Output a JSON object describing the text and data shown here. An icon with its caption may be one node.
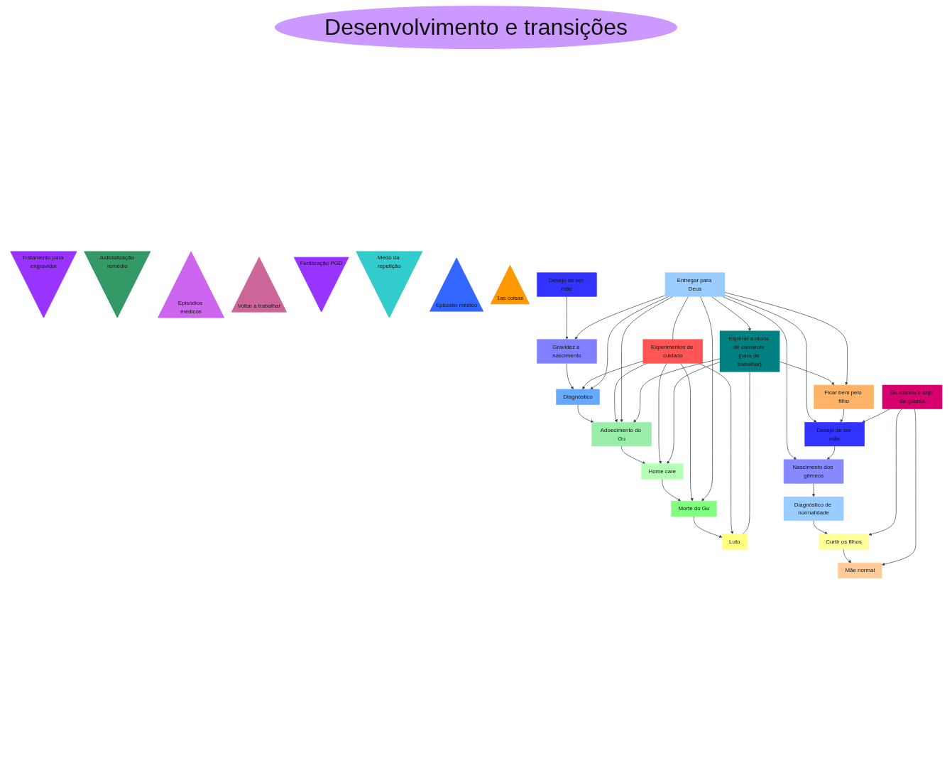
{
  "diagram": {
    "title": "Desenvolvimento e transições",
    "nodes": [
      {
        "text": [
          "Experimentos de cuidado"
        ]
      },
      {
        "text": [
          "Tratamento para engravidar"
        ]
      },
      {
        "text": [
          "Judicialização remédio"
        ]
      },
      {
        "text": [
          "Desejo de ser mãe"
        ]
      },
      {
        "text": [
          "Gravidez e nascimento"
        ]
      },
      {
        "text": [
          "Diagnóstico"
        ]
      },
      {
        "text": [
          "Adoecimento do Gu"
        ]
      },
      {
        "text": [
          "Home care"
        ]
      },
      {
        "text": [
          "Morte do Gu"
        ]
      },
      {
        "text": [
          "Luto"
        ]
      },
      {
        "text": [
          "Episódios médicos"
        ]
      },
      {
        "text": [
          "Esperar a morte de camarote (para de trabalhar)"
        ]
      },
      {
        "text": [
          "Voltar a trabalhar"
        ]
      },
      {
        "text": [
          "Entregar para Deus"
        ]
      },
      {
        "text": [
          "Fertilização PGD"
        ]
      },
      {
        "text": [
          "Medo da repetição"
        ]
      },
      {
        "text": [
          "Ficar bem pelo filho"
        ]
      },
      {
        "text": [
          "Desejo de ser mãe"
        ]
      },
      {
        "text": [
          "Nascimento dos gêmeos"
        ]
      },
      {
        "text": [
          "Diagnóstico de normalidade"
        ]
      },
      {
        "text": [
          "Curtir os filhos"
        ]
      },
      {
        "text": [
          "Mãe normal"
        ]
      },
      {
        "text": [
          "Episódio médico"
        ]
      },
      {
        "text": [
          "1as coisas"
        ]
      },
      {
        "text": [
          "Gu estrela e anjo da guarda"
        ]
      }
    ],
    "edges": [
      {
        "from": 3,
        "to": 4,
        "arrow": "to"
      },
      {
        "from": 4,
        "to": 5,
        "arrow": "to"
      },
      {
        "from": 5,
        "to": 6,
        "arrow": "to"
      },
      {
        "from": 6,
        "to": 7,
        "arrow": "to"
      },
      {
        "from": 7,
        "to": 8,
        "arrow": "to"
      },
      {
        "from": 8,
        "to": 9,
        "arrow": "to"
      },
      {
        "from": 0,
        "to": 5,
        "arrow": "to"
      },
      {
        "from": 0,
        "to": 6,
        "arrow": "to"
      },
      {
        "from": 0,
        "to": 7,
        "arrow": "to"
      },
      {
        "from": 0,
        "to": 8,
        "arrow": "to"
      },
      {
        "from": 0,
        "to": 9,
        "arrow": "to"
      },
      {
        "from": 0,
        "to": 13,
        "arrow": "none"
      },
      {
        "from": 13,
        "to": 4,
        "arrow": "to"
      },
      {
        "from": 13,
        "to": 5,
        "arrow": "to"
      },
      {
        "from": 13,
        "to": 6,
        "arrow": "to"
      },
      {
        "from": 13,
        "to": 11,
        "arrow": "to"
      },
      {
        "from": 13,
        "to": 8,
        "arrow": "to"
      },
      {
        "from": 11,
        "to": 6,
        "arrow": "to"
      },
      {
        "from": 11,
        "to": 7,
        "arrow": "to"
      },
      {
        "from": 9,
        "to": 11,
        "arrow": "none"
      },
      {
        "from": 11,
        "to": 16,
        "arrow": "to"
      },
      {
        "from": 13,
        "to": 16,
        "arrow": "to"
      },
      {
        "from": 13,
        "to": 17,
        "arrow": "to"
      },
      {
        "from": 13,
        "to": 18,
        "arrow": "to"
      },
      {
        "from": 16,
        "to": 17,
        "arrow": "to"
      },
      {
        "from": 17,
        "to": 18,
        "arrow": "to"
      },
      {
        "from": 18,
        "to": 19,
        "arrow": "to"
      },
      {
        "from": 19,
        "to": 20,
        "arrow": "to"
      },
      {
        "from": 20,
        "to": 21,
        "arrow": "to"
      },
      {
        "from": 24,
        "to": 17,
        "arrow": "to"
      },
      {
        "from": 24,
        "to": 20,
        "arrow": "to"
      },
      {
        "from": 24,
        "to": 21,
        "arrow": "to"
      }
    ]
  }
}
